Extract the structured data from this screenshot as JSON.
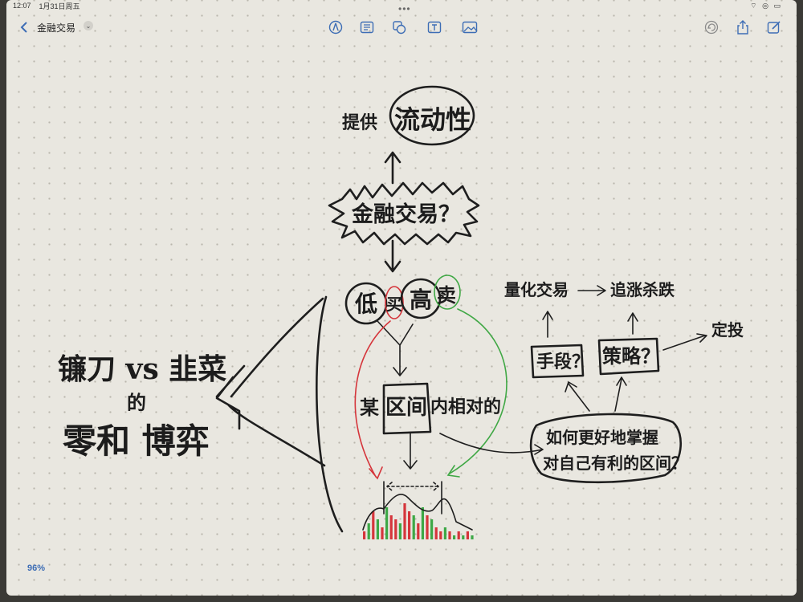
{
  "status": {
    "time": "12:07",
    "date": "1月31日周五",
    "indicators": "⌔ ◎ ▭"
  },
  "toolbar": {
    "back_icon": "chevron-left-icon",
    "title": "金融交易",
    "title_menu_icon": "chevron-down-icon",
    "tools": [
      "pen-tool-icon",
      "text-note-icon",
      "shape-icon",
      "textbox-icon",
      "image-icon"
    ],
    "right_tools": [
      "undo-icon",
      "share-icon",
      "compose-icon"
    ]
  },
  "drawing": {
    "center": "金融交易？",
    "top_box": "流动性",
    "top_prefix": "提供",
    "low": "低",
    "buy": "买",
    "high": "高",
    "sell": "卖",
    "interval": "区间",
    "interval_prefix": "某",
    "interval_suffix": "内相对的",
    "left_line1": "镰刀 vs 韭菜",
    "left_line2": "的",
    "left_line3": "零和 博弈",
    "question_line1": "如何更好地掌握",
    "question_line2": "对自己有利的区间？",
    "means": "手段？",
    "strategy": "策略？",
    "quant": "量化交易",
    "chase": "追涨杀跌",
    "fixed": "定投"
  },
  "chart_data": {
    "type": "bar",
    "values": [
      2,
      4,
      7,
      5,
      3,
      8,
      6,
      5,
      4,
      9,
      7,
      6,
      4,
      8,
      6,
      5,
      3,
      2,
      3,
      2,
      1,
      2,
      1,
      2,
      1
    ],
    "colors": [
      "red",
      "green",
      "red",
      "green",
      "red",
      "green",
      "red",
      "red",
      "green",
      "red",
      "red",
      "green",
      "red",
      "green",
      "red",
      "green",
      "red",
      "red",
      "green",
      "red",
      "green",
      "red",
      "green",
      "red",
      "green"
    ]
  },
  "zoom": "96%"
}
